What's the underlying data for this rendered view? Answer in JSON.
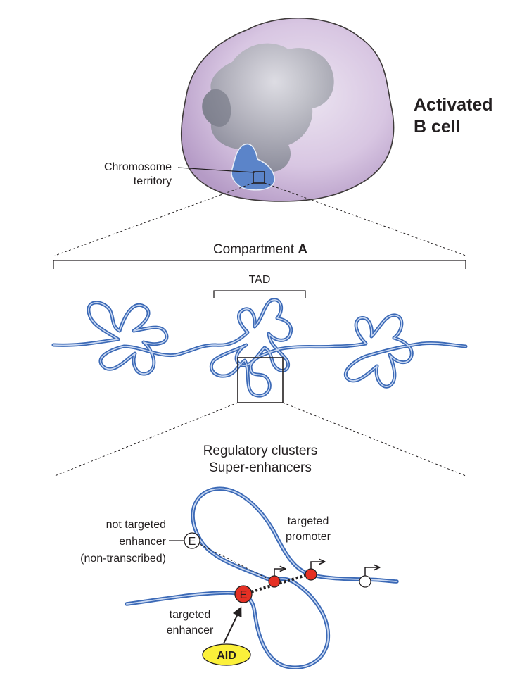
{
  "title": {
    "line1": "Activated",
    "line2": "B cell"
  },
  "cell": {
    "label_line1": "Chromosome",
    "label_line2": "territory"
  },
  "compartment": {
    "prefix": "Compartment ",
    "letter": "A"
  },
  "tad": {
    "label": "TAD"
  },
  "regulatory": {
    "line1": "Regulatory clusters",
    "line2": "Super-enhancers"
  },
  "loop": {
    "not_targeted": {
      "line1": "not targeted",
      "line2": "enhancer",
      "line3": "(non-transcribed)"
    },
    "targeted_promoter": {
      "line1": "targeted",
      "line2": "promoter"
    },
    "targeted_enhancer": {
      "line1": "targeted",
      "line2": "enhancer"
    },
    "enhancer_letter": "E",
    "aid_label": "AID"
  },
  "colors": {
    "chromatin": "#4a78c2",
    "chromatin_highlight": "#b9cdee",
    "cell_membrane": "#c9b3d6",
    "nucleus": "#8f94a1",
    "territory": "#5b84c9",
    "targeted_marker": "#e53024",
    "aid_fill": "#fbf03a"
  }
}
